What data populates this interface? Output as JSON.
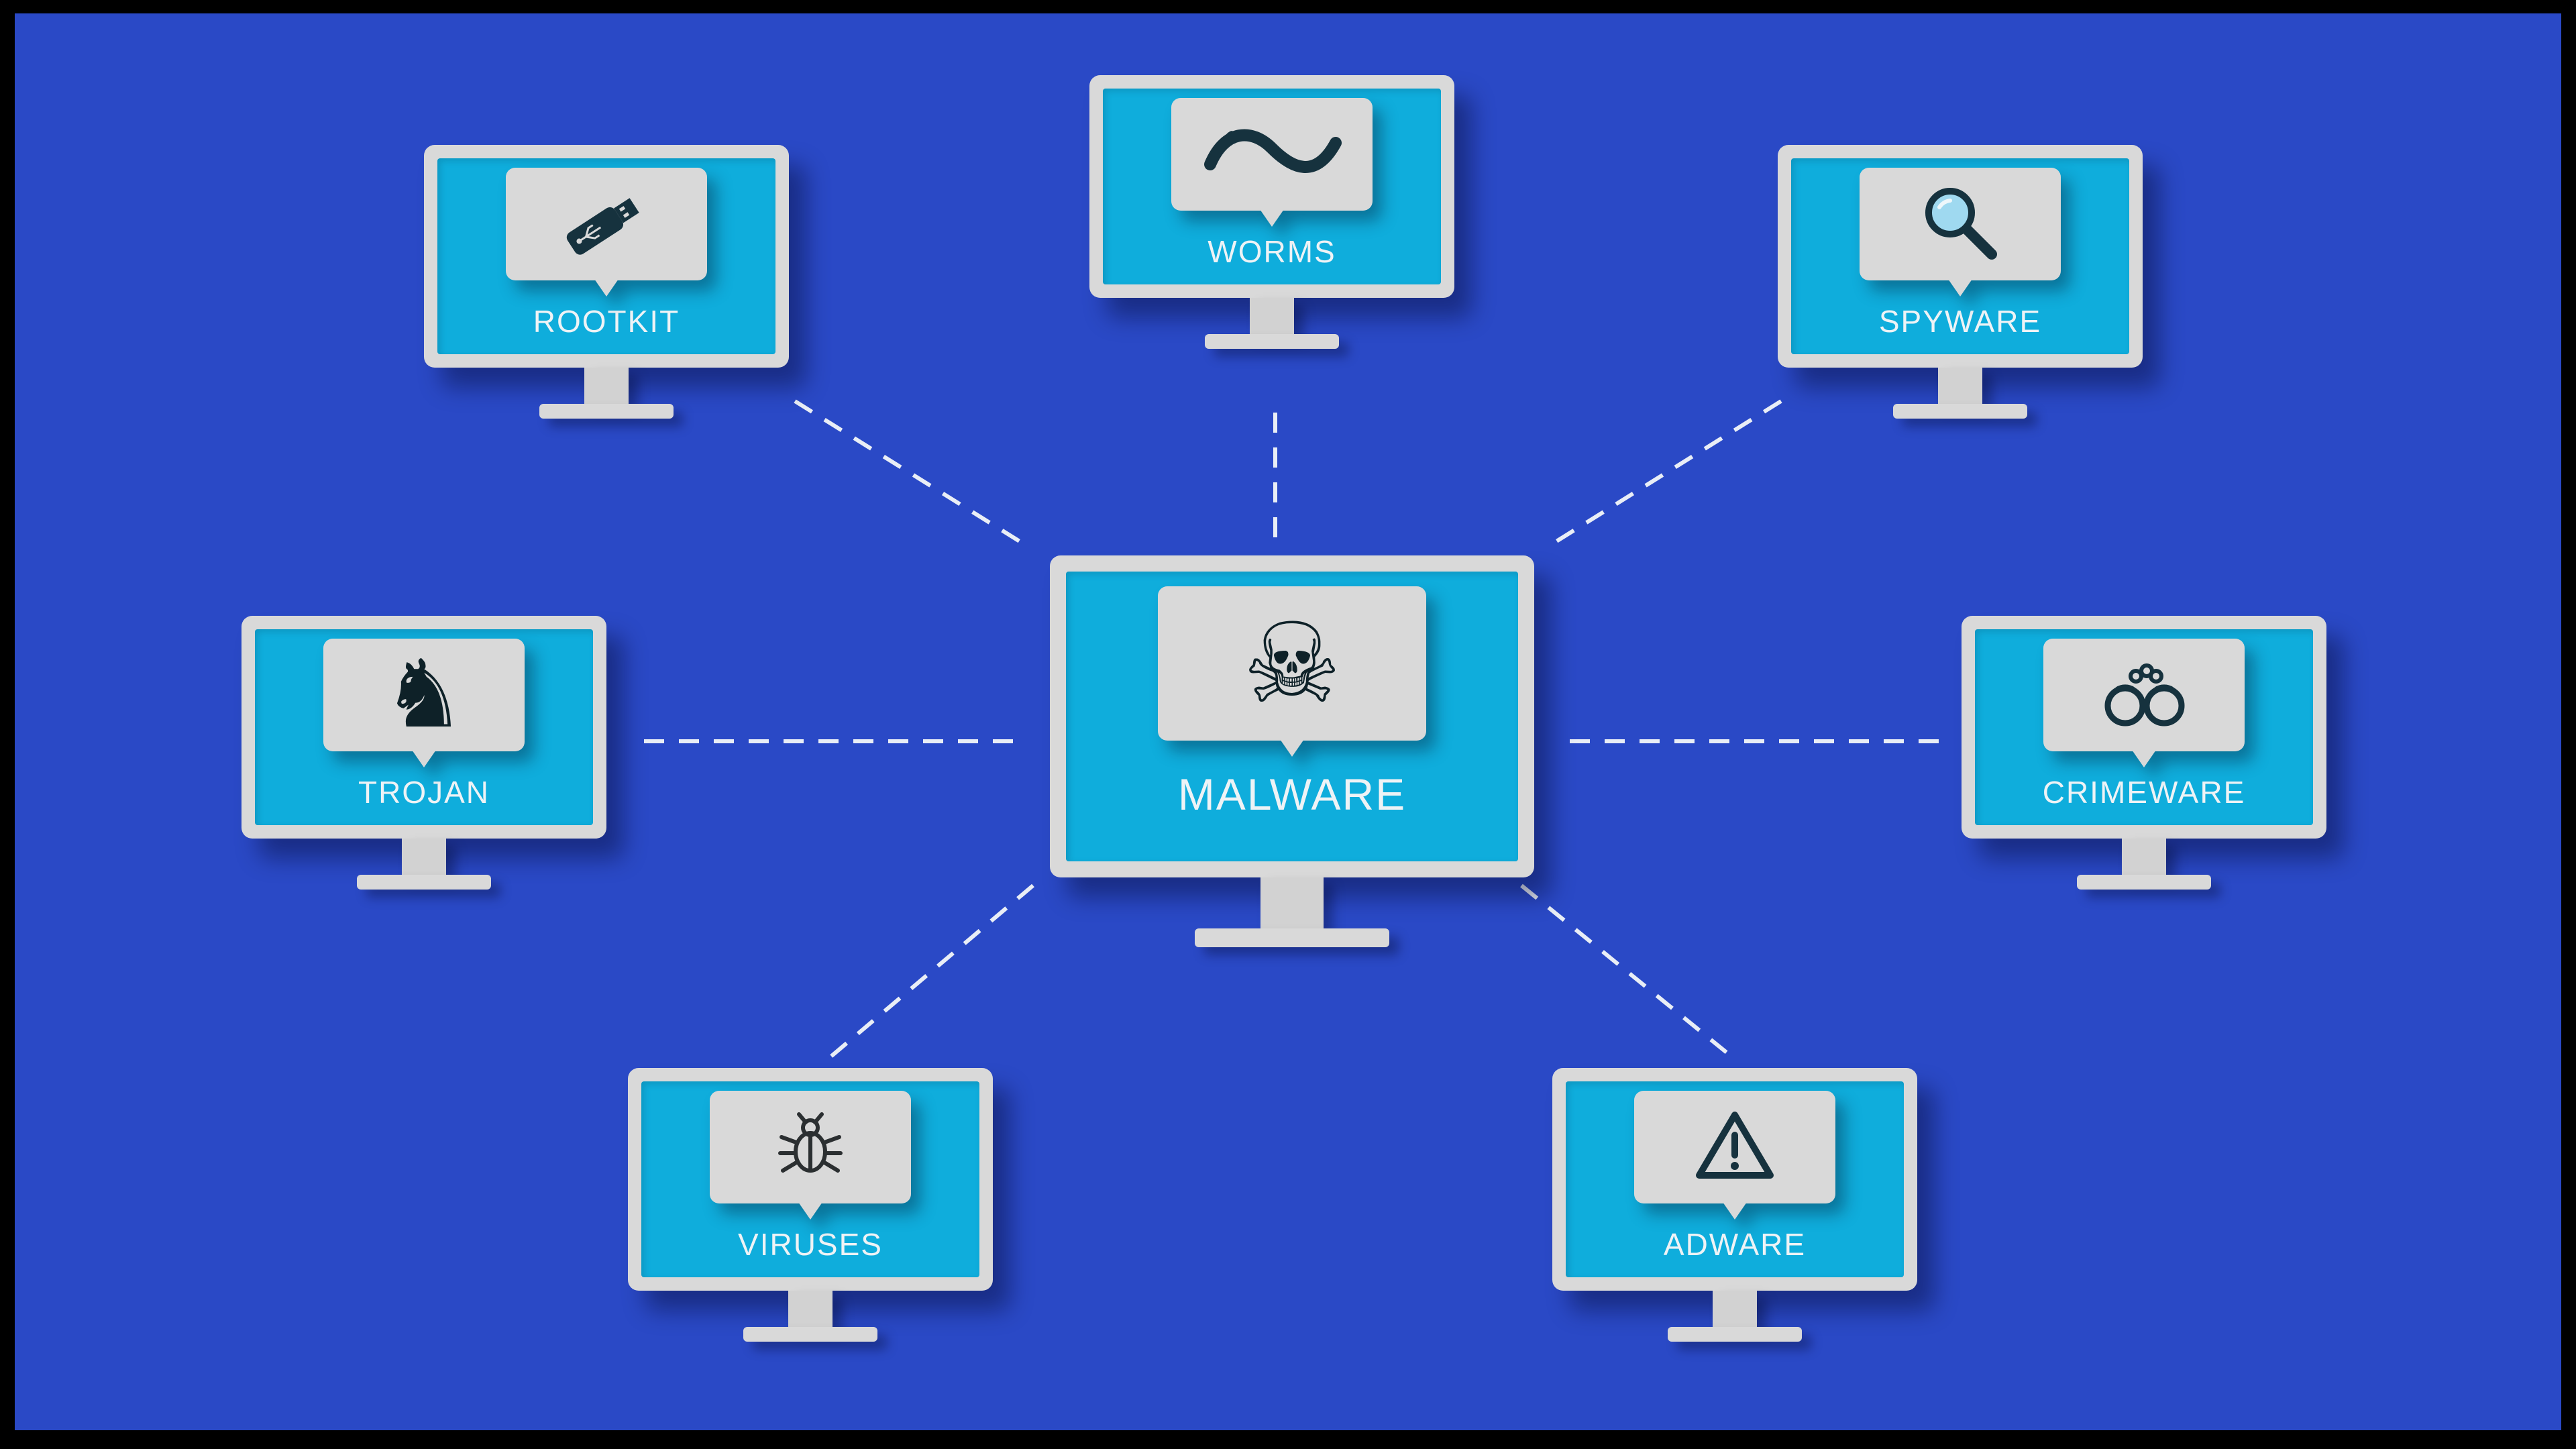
{
  "title": "Malware types network diagram",
  "colors": {
    "background": "#2a49c6",
    "frame": "#000000",
    "screen_accent": "#0faddc",
    "monitor_gray": "#d9d9d9",
    "icon_dark": "#16323e",
    "label_text": "#eef3f6",
    "edge_line": "#e9eef6"
  },
  "nodes": {
    "malware": {
      "label": "MALWARE",
      "icon": "skull-crossbones-icon"
    },
    "rootkit": {
      "label": "ROOTKIT",
      "icon": "usb-drive-icon"
    },
    "worms": {
      "label": "WORMS",
      "icon": "worm-icon"
    },
    "spyware": {
      "label": "SPYWARE",
      "icon": "magnifier-icon"
    },
    "trojan": {
      "label": "TROJAN",
      "icon": "chess-knight-icon"
    },
    "crimeware": {
      "label": "CRIMEWARE",
      "icon": "handcuffs-icon"
    },
    "viruses": {
      "label": "VIRUSES",
      "icon": "bug-icon"
    },
    "adware": {
      "label": "ADWARE",
      "icon": "warning-icon"
    }
  },
  "edges": [
    {
      "from": "malware",
      "to": "rootkit"
    },
    {
      "from": "malware",
      "to": "worms"
    },
    {
      "from": "malware",
      "to": "spyware"
    },
    {
      "from": "malware",
      "to": "trojan"
    },
    {
      "from": "malware",
      "to": "crimeware"
    },
    {
      "from": "malware",
      "to": "viruses"
    },
    {
      "from": "malware",
      "to": "adware"
    }
  ],
  "glyphs": {
    "skull": "☠",
    "knight": "♞"
  }
}
